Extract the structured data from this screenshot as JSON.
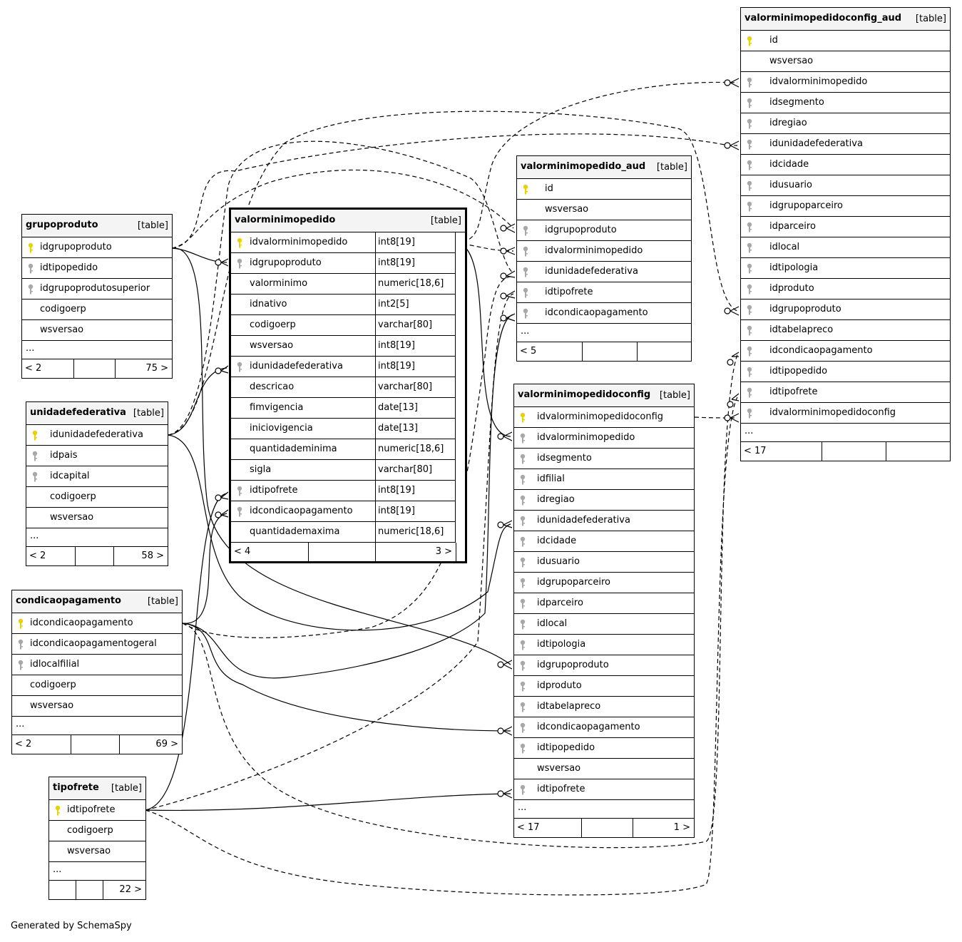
{
  "footer": "Generated by SchemaSpy",
  "tables": {
    "grupoproduto": {
      "name": "grupoproduto",
      "kind": "[table]",
      "columns": [
        {
          "name": "idgrupoproduto",
          "key": "pk"
        },
        {
          "name": "idtipopedido",
          "key": "fk"
        },
        {
          "name": "idgrupoprodutosuperior",
          "key": "fk"
        },
        {
          "name": "codigoerp",
          "key": ""
        },
        {
          "name": "wsversao",
          "key": ""
        }
      ],
      "more": "...",
      "footer": [
        "< 2",
        "",
        "75 >"
      ]
    },
    "unidadefederativa": {
      "name": "unidadefederativa",
      "kind": "[table]",
      "columns": [
        {
          "name": "idunidadefederativa",
          "key": "pk"
        },
        {
          "name": "idpais",
          "key": "fk"
        },
        {
          "name": "idcapital",
          "key": "fk"
        },
        {
          "name": "codigoerp",
          "key": ""
        },
        {
          "name": "wsversao",
          "key": ""
        }
      ],
      "more": "...",
      "footer": [
        "< 2",
        "",
        "58 >"
      ]
    },
    "condicaopagamento": {
      "name": "condicaopagamento",
      "kind": "[table]",
      "columns": [
        {
          "name": "idcondicaopagamento",
          "key": "pk"
        },
        {
          "name": "idcondicaopagamentogeral",
          "key": "fk"
        },
        {
          "name": "idlocalfilial",
          "key": "fk"
        },
        {
          "name": "codigoerp",
          "key": ""
        },
        {
          "name": "wsversao",
          "key": ""
        }
      ],
      "more": "...",
      "footer": [
        "< 2",
        "",
        "69 >"
      ]
    },
    "tipofrete": {
      "name": "tipofrete",
      "kind": "[table]",
      "columns": [
        {
          "name": "idtipofrete",
          "key": "pk"
        },
        {
          "name": "codigoerp",
          "key": ""
        },
        {
          "name": "wsversao",
          "key": ""
        }
      ],
      "more": "...",
      "footer": [
        "",
        "",
        "22 >"
      ]
    },
    "valorminimopedido": {
      "name": "valorminimopedido",
      "kind": "[table]",
      "columns": [
        {
          "name": "idvalorminimopedido",
          "type": "int8[19]",
          "key": "pk"
        },
        {
          "name": "idgrupoproduto",
          "type": "int8[19]",
          "key": "fk"
        },
        {
          "name": "valorminimo",
          "type": "numeric[18,6]",
          "key": ""
        },
        {
          "name": "idnativo",
          "type": "int2[5]",
          "key": ""
        },
        {
          "name": "codigoerp",
          "type": "varchar[80]",
          "key": ""
        },
        {
          "name": "wsversao",
          "type": "int8[19]",
          "key": ""
        },
        {
          "name": "idunidadefederativa",
          "type": "int8[19]",
          "key": "fk"
        },
        {
          "name": "descricao",
          "type": "varchar[80]",
          "key": ""
        },
        {
          "name": "fimvigencia",
          "type": "date[13]",
          "key": ""
        },
        {
          "name": "iniciovigencia",
          "type": "date[13]",
          "key": ""
        },
        {
          "name": "quantidademinima",
          "type": "numeric[18,6]",
          "key": ""
        },
        {
          "name": "sigla",
          "type": "varchar[80]",
          "key": ""
        },
        {
          "name": "idtipofrete",
          "type": "int8[19]",
          "key": "fk"
        },
        {
          "name": "idcondicaopagamento",
          "type": "int8[19]",
          "key": "fk"
        },
        {
          "name": "quantidademaxima",
          "type": "numeric[18,6]",
          "key": ""
        }
      ],
      "footer": [
        "< 4",
        "",
        "3 >"
      ]
    },
    "valorminimopedido_aud": {
      "name": "valorminimopedido_aud",
      "kind": "[table]",
      "columns": [
        {
          "name": "id",
          "key": "pk"
        },
        {
          "name": "wsversao",
          "key": ""
        },
        {
          "name": "idgrupoproduto",
          "key": "fk"
        },
        {
          "name": "idvalorminimopedido",
          "key": "fk"
        },
        {
          "name": "idunidadefederativa",
          "key": "fk"
        },
        {
          "name": "idtipofrete",
          "key": "fk"
        },
        {
          "name": "idcondicaopagamento",
          "key": "fk"
        }
      ],
      "more": "...",
      "footer": [
        "< 5",
        "",
        ""
      ]
    },
    "valorminimopedidoconfig": {
      "name": "valorminimopedidoconfig",
      "kind": "[table]",
      "columns": [
        {
          "name": "idvalorminimopedidoconfig",
          "key": "pk"
        },
        {
          "name": "idvalorminimopedido",
          "key": "fk"
        },
        {
          "name": "idsegmento",
          "key": "fk"
        },
        {
          "name": "idfilial",
          "key": "fk"
        },
        {
          "name": "idregiao",
          "key": "fk"
        },
        {
          "name": "idunidadefederativa",
          "key": "fk"
        },
        {
          "name": "idcidade",
          "key": "fk"
        },
        {
          "name": "idusuario",
          "key": "fk"
        },
        {
          "name": "idgrupoparceiro",
          "key": "fk"
        },
        {
          "name": "idparceiro",
          "key": "fk"
        },
        {
          "name": "idlocal",
          "key": "fk"
        },
        {
          "name": "idtipologia",
          "key": "fk"
        },
        {
          "name": "idgrupoproduto",
          "key": "fk"
        },
        {
          "name": "idproduto",
          "key": "fk"
        },
        {
          "name": "idtabelapreco",
          "key": "fk"
        },
        {
          "name": "idcondicaopagamento",
          "key": "fk"
        },
        {
          "name": "idtipopedido",
          "key": "fk"
        },
        {
          "name": "wsversao",
          "key": ""
        },
        {
          "name": "idtipofrete",
          "key": "fk"
        }
      ],
      "more": "...",
      "footer": [
        "< 17",
        "",
        "1 >"
      ]
    },
    "valorminimopedidoconfig_aud": {
      "name": "valorminimopedidoconfig_aud",
      "kind": "[table]",
      "columns": [
        {
          "name": "id",
          "key": "pk"
        },
        {
          "name": "wsversao",
          "key": ""
        },
        {
          "name": "idvalorminimopedido",
          "key": "fk"
        },
        {
          "name": "idsegmento",
          "key": "fk"
        },
        {
          "name": "idregiao",
          "key": "fk"
        },
        {
          "name": "idunidadefederativa",
          "key": "fk"
        },
        {
          "name": "idcidade",
          "key": "fk"
        },
        {
          "name": "idusuario",
          "key": "fk"
        },
        {
          "name": "idgrupoparceiro",
          "key": "fk"
        },
        {
          "name": "idparceiro",
          "key": "fk"
        },
        {
          "name": "idlocal",
          "key": "fk"
        },
        {
          "name": "idtipologia",
          "key": "fk"
        },
        {
          "name": "idproduto",
          "key": "fk"
        },
        {
          "name": "idgrupoproduto",
          "key": "fk"
        },
        {
          "name": "idtabelapreco",
          "key": "fk"
        },
        {
          "name": "idcondicaopagamento",
          "key": "fk"
        },
        {
          "name": "idtipopedido",
          "key": "fk"
        },
        {
          "name": "idtipofrete",
          "key": "fk"
        },
        {
          "name": "idvalorminimopedidoconfig",
          "key": "fk"
        }
      ],
      "more": "...",
      "footer": [
        "< 17",
        "",
        ""
      ]
    }
  },
  "colors": {
    "pk_key": "#e8d200",
    "fk_key": "#a8a8a8",
    "header_bg": "#f4f4f4",
    "line": "#000000"
  }
}
